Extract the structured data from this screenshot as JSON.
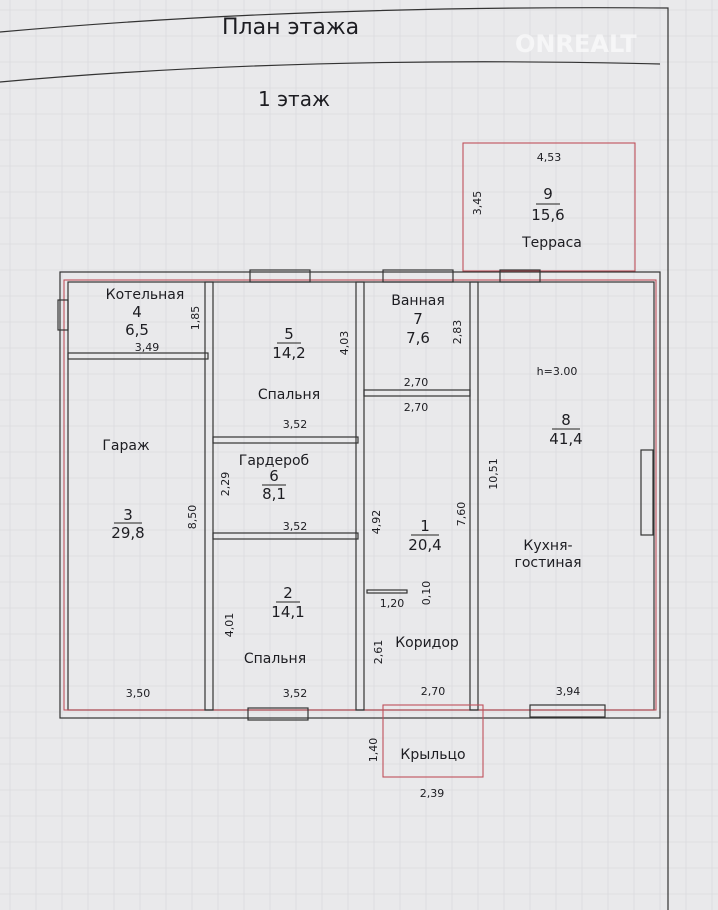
{
  "header": {
    "title": "План этажа",
    "floor": "1 этаж",
    "watermark": "ONREALT"
  },
  "rooms": [
    {
      "number": "1",
      "area": "20,4",
      "name": "Коридор"
    },
    {
      "number": "2",
      "area": "14,1",
      "name": "Спальня"
    },
    {
      "number": "3",
      "area": "29,8",
      "name": "Гараж"
    },
    {
      "number": "4",
      "area": "6,5",
      "name": "Котельная"
    },
    {
      "number": "5",
      "area": "14,2",
      "name": "Спальня"
    },
    {
      "number": "6",
      "area": "8,1",
      "name": "Гардероб"
    },
    {
      "number": "7",
      "area": "7,6",
      "name": "Ванная"
    },
    {
      "number": "8",
      "area": "41,4",
      "name": "Кухня-",
      "name2": "гостиная",
      "height": "h=3.00"
    },
    {
      "number": "9",
      "area": "15,6",
      "name": "Терраса"
    }
  ],
  "porch": {
    "name": "Крыльцо"
  },
  "dimensions": {
    "terrace_w": "4,53",
    "terrace_h": "3,45",
    "boiler_h": "1,85",
    "boiler_w": "3,49",
    "bed5_h": "4,03",
    "bed5_w": "3,52",
    "bath_h": "2,83",
    "bath_w1": "2,70",
    "bath_w2": "2,70",
    "garage_h": "8,50",
    "garage_w": "3,50",
    "wardrobe_h": "2,29",
    "wardrobe_w": "3,52",
    "corr_h1": "4,92",
    "corr_h2": "7,60",
    "corr_h3": "2,61",
    "corr_w": "2,70",
    "corr_niche_w": "1,20",
    "corr_niche_t": "0,10",
    "kitchen_h": "10,51",
    "kitchen_w": "3,94",
    "bed2_h": "4,01",
    "bed2_w": "3,52",
    "porch_h": "1,40",
    "porch_w": "2,39"
  }
}
